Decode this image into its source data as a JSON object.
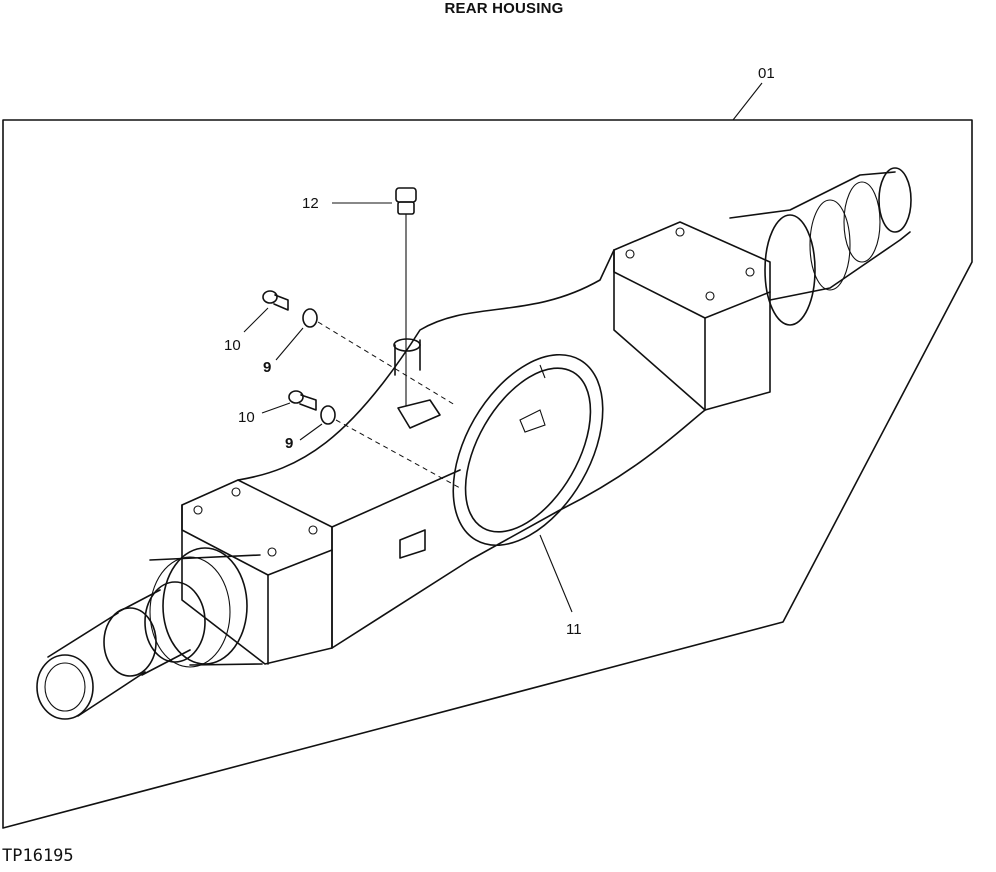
{
  "title": "REAR HOUSING",
  "figure_code": "TP16195",
  "callouts": {
    "housing": "01",
    "plug_top": "12",
    "plug_upper": "10",
    "oring_upper": "9",
    "plug_lower": "10",
    "oring_lower": "9",
    "seal_ring": "11"
  }
}
